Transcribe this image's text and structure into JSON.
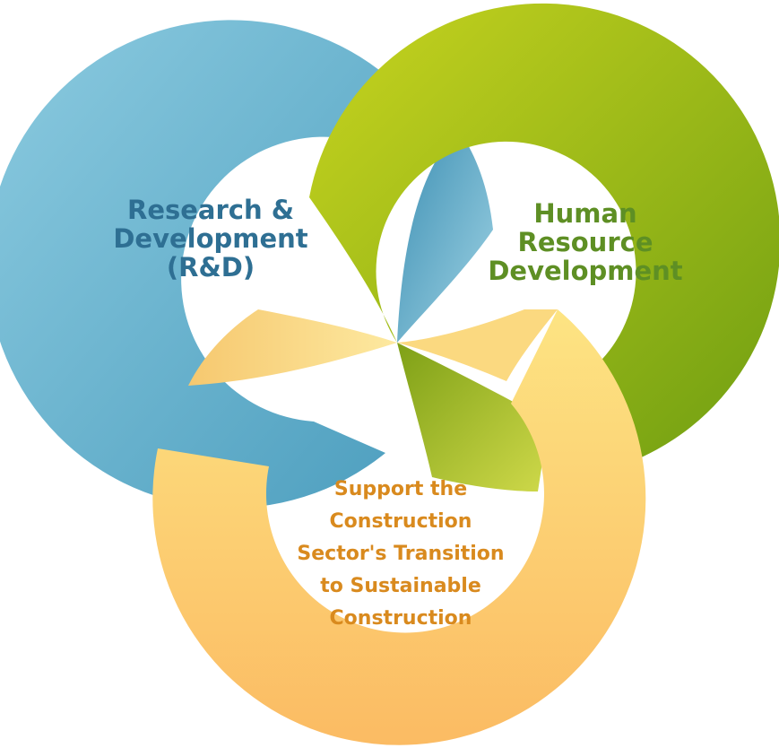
{
  "diagram": {
    "rings": [
      {
        "id": "rd",
        "lines": [
          "Research &",
          "Development",
          "(R&D)"
        ],
        "text_color": "#2e6f93",
        "ring_color_light": "#8ccbe0",
        "ring_color_dark": "#4e9fbf"
      },
      {
        "id": "hr",
        "lines": [
          "Human",
          "Resource",
          "Development"
        ],
        "text_color": "#5e8f24",
        "ring_color_light": "#c3d11e",
        "ring_color_dark": "#7ea816"
      },
      {
        "id": "sc",
        "lines": [
          "Support the",
          "Construction",
          "Sector's Transition",
          "to Sustainable",
          "Construction"
        ],
        "text_color": "#d98a1e",
        "ring_color_light": "#fde07a",
        "ring_color_dark": "#fbbf66"
      }
    ]
  }
}
